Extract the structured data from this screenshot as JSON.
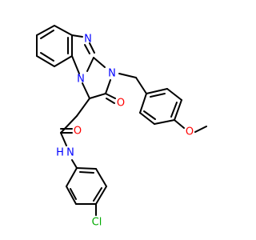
{
  "structure": {
    "colors": {
      "bond": "#000000",
      "N": "#0000ff",
      "O": "#ff0000",
      "Cl": "#00aa00",
      "background": "#ffffff"
    },
    "atom_labels": {
      "n_bridge_top": "N",
      "n_fused": "N",
      "n_benzyl": "N",
      "o_carbonyl_ring": "O",
      "o_methoxy": "O",
      "o_amide": "O",
      "n_amide": "N",
      "h_amide": "H",
      "cl": "Cl"
    }
  }
}
